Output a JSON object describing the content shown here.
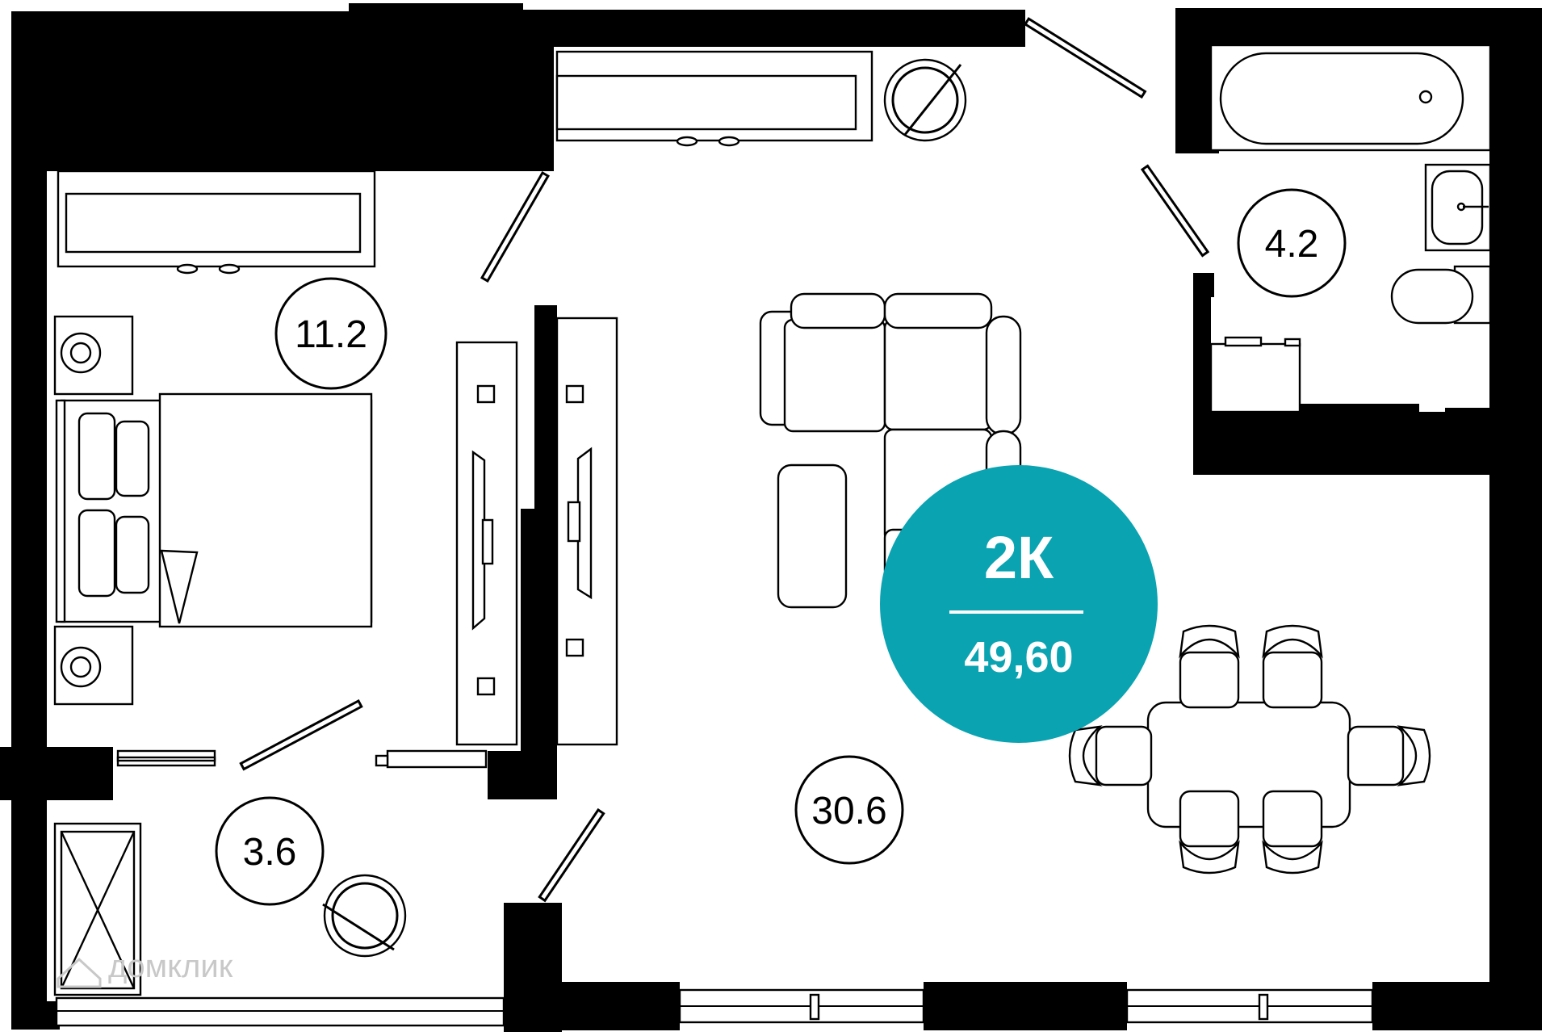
{
  "plan": {
    "apartment_type": "2К",
    "total_area": "49,60",
    "badge_color": "#0aa3b1",
    "rooms": [
      {
        "id": "bedroom",
        "area": "11.2"
      },
      {
        "id": "living-kitchen",
        "area": "30.6"
      },
      {
        "id": "bathroom",
        "area": "4.2"
      },
      {
        "id": "hallway",
        "area": "3.6"
      }
    ],
    "watermark": "домклик"
  }
}
